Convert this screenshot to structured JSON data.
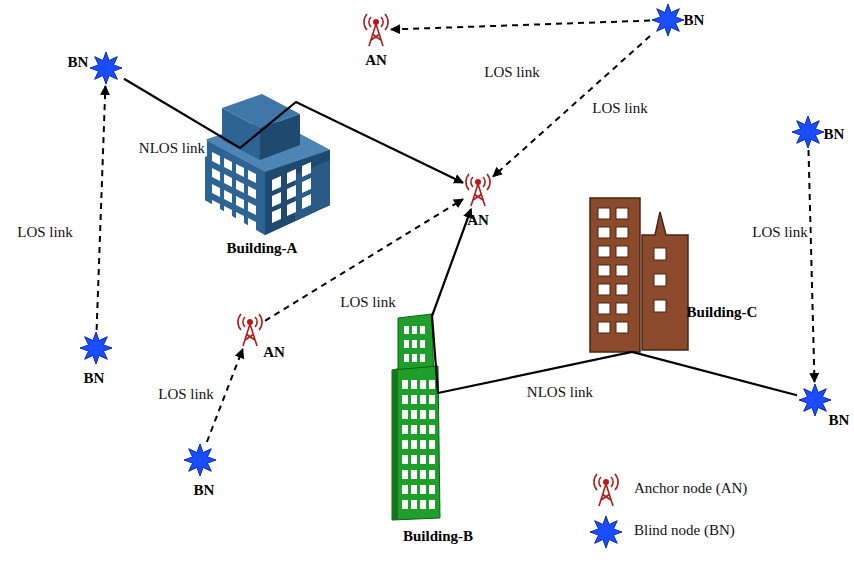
{
  "diagram": {
    "nodes": [
      {
        "text": [
          "AN"
        ]
      },
      {
        "text": [
          "BN"
        ]
      },
      {
        "text": [
          "BN"
        ]
      },
      {
        "text": [
          "BN"
        ]
      },
      {
        "text": [
          "AN"
        ]
      },
      {
        "text": [
          "AN"
        ]
      },
      {
        "text": [
          "BN"
        ]
      },
      {
        "text": [
          "BN"
        ]
      },
      {
        "text": [
          "BN"
        ]
      }
    ],
    "edges": [
      {
        "from": 1,
        "to": 0,
        "arrow": "to",
        "label": "LOS link"
      },
      {
        "from": 1,
        "to": 4,
        "arrow": "to",
        "label": "LOS link"
      },
      {
        "from": 2,
        "to": 4,
        "arrow": "to",
        "label": "NLOS link"
      },
      {
        "from": 3,
        "to": 8,
        "arrow": "to",
        "label": "LOS link"
      },
      {
        "from": 5,
        "to": 4,
        "arrow": "to",
        "label": "LOS link"
      },
      {
        "from": 6,
        "to": 2,
        "arrow": "to",
        "label": "LOS link"
      },
      {
        "from": 7,
        "to": 5,
        "arrow": "to",
        "label": "LOS link"
      },
      {
        "from": 8,
        "to": 4,
        "arrow": "to",
        "label": "NLOS link"
      }
    ],
    "labels": [
      "Building-A",
      "Building-B",
      "Building-C"
    ],
    "legend": [
      {
        "text": "Anchor node (AN)"
      },
      {
        "text": "Blind node (BN)"
      }
    ]
  }
}
